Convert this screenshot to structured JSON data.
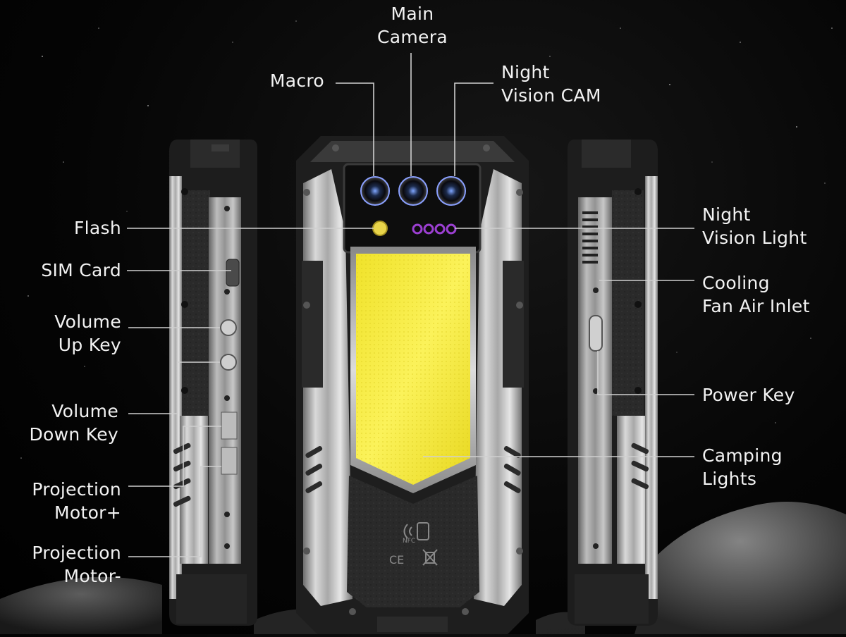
{
  "labels": {
    "main_camera": [
      "Main",
      "Camera"
    ],
    "macro": [
      "Macro"
    ],
    "night_vision_cam": [
      "Night",
      "Vision CAM"
    ],
    "flash": [
      "Flash"
    ],
    "sim_card": [
      "SIM Card"
    ],
    "volume_up": [
      "Volume",
      "Up Key"
    ],
    "volume_down": [
      "Volume",
      "Down Key"
    ],
    "projection_plus": [
      "Projection",
      "Motor+"
    ],
    "projection_minus": [
      "Projection",
      "Motor-"
    ],
    "night_vision_light": [
      "Night",
      "Vision Light"
    ],
    "cooling_fan": [
      "Cooling",
      "Fan Air Inlet"
    ],
    "power_key": [
      "Power Key"
    ],
    "camping_lights": [
      "Camping",
      "Lights"
    ]
  },
  "colors": {
    "camping_light": "#f5ea3a",
    "night_light_ring": "#9b3fd1",
    "frame_silver": "#b9b9b9",
    "frame_dark": "#222222",
    "leader_line": "#cfcfcf"
  },
  "icons": [
    "nfc-icon",
    "ce-mark-icon",
    "weee-bin-icon"
  ]
}
